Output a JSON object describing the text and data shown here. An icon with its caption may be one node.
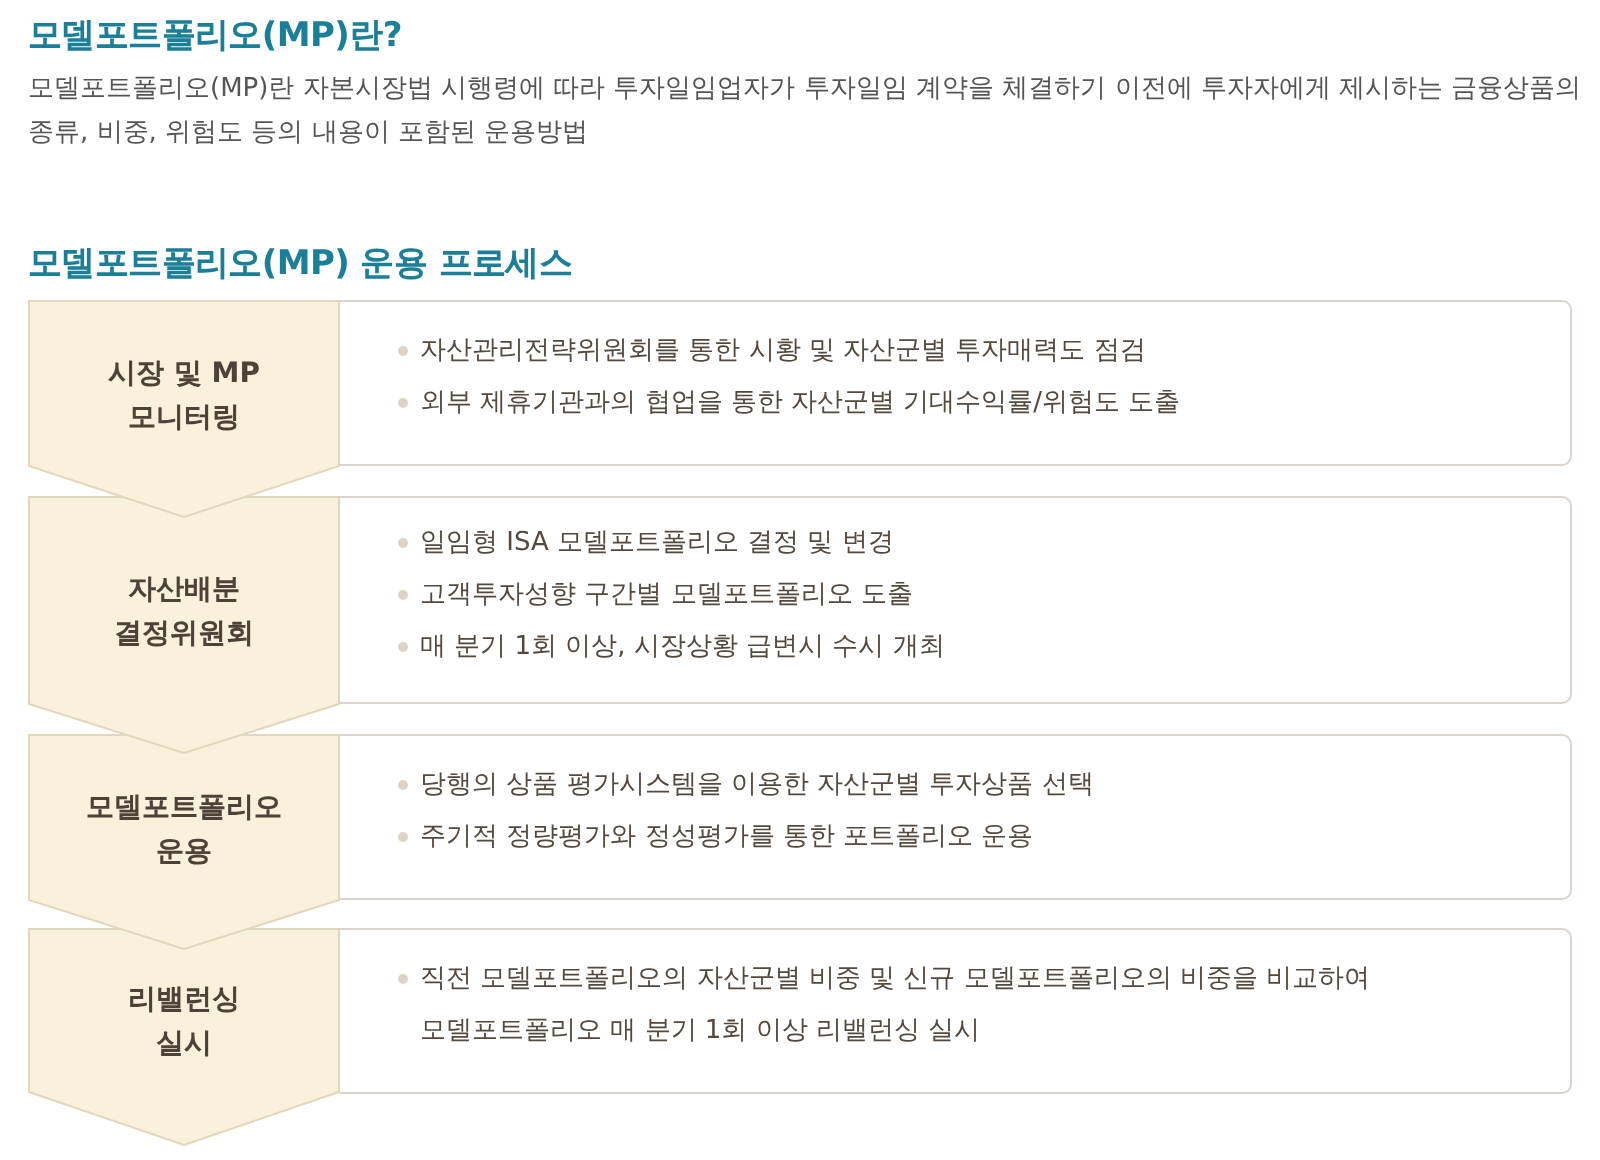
{
  "diagram": {
    "title": "모델포트폴리오(MP) 운용 프로세스",
    "nodes": [
      {
        "text": [
          "시장 및 MP 모니터링"
        ]
      },
      {
        "text": [
          "자산관리전략위원회를 통한 시황 및 자산군별 투자매력도 점검",
          "외부 제휴기관과의 협업을 통한 자산군별 기대수익률/위험도 도출"
        ]
      },
      {
        "text": [
          "자산배분 결정위원회"
        ]
      },
      {
        "text": [
          "일임형 ISA 모델포트폴리오 결정 및 변경",
          "고객투자성향 구간별 모델포트폴리오 도출",
          "매 분기 1회 이상, 시장상황 급변시 수시 개최"
        ]
      },
      {
        "text": [
          "모델포트폴리오 운용"
        ]
      },
      {
        "text": [
          "당행의 상품 평가시스템을 이용한 자산군별 투자상품 선택",
          "주기적 정량평가와 정성평가를 통한 포트폴리오 운용"
        ]
      },
      {
        "text": [
          "리밸런싱 실시"
        ]
      },
      {
        "text": [
          "직전 모델포트폴리오의 자산군별 비중 및 신규 모델포트폴리오의 비중을 비교하여 모델포트폴리오 매 분기 1회 이상 리밸런싱 실시"
        ]
      }
    ],
    "labels": [
      "모델포트폴리오(MP)란?",
      "모델포트폴리오(MP)란 자본시장법 시행령에 따라 투자일임업자가 투자일임 계약을 체결하기 이전에 투자자에게 제시하는 금융상품의 종류, 비중, 위험도 등의 내용이 포함된 운용방법"
    ]
  }
}
